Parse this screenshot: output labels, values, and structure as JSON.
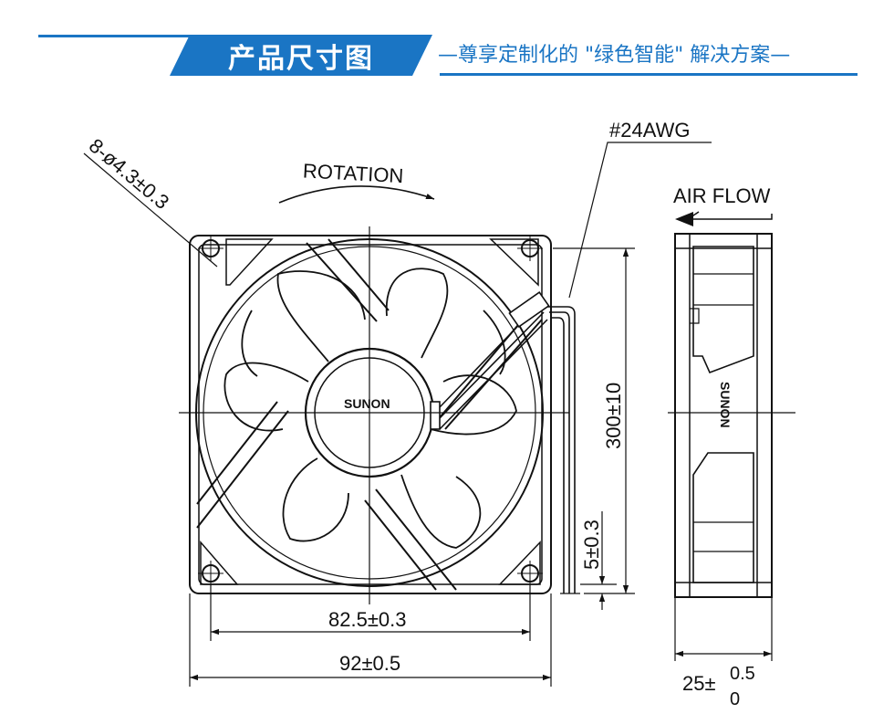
{
  "header": {
    "title": "产品尺寸图",
    "slogan": "—尊享定制化的 \"绿色智能\" 解决方案—",
    "accent_color": "#1a75c4"
  },
  "front_view": {
    "hole_callout": "8-ø4.3±0.3",
    "rotation_label": "ROTATION",
    "hub_label": "SUNON",
    "wire_label": "#24AWG",
    "lead_length": "300±10",
    "strip_length": "5±0.3",
    "hole_pitch": "82.5±0.3",
    "frame_size": "92±0.5"
  },
  "side_view": {
    "airflow_label": "AIR FLOW",
    "side_label": "SUNON",
    "thickness_base": "25±",
    "thickness_upper": "0.5",
    "thickness_lower": "0"
  }
}
